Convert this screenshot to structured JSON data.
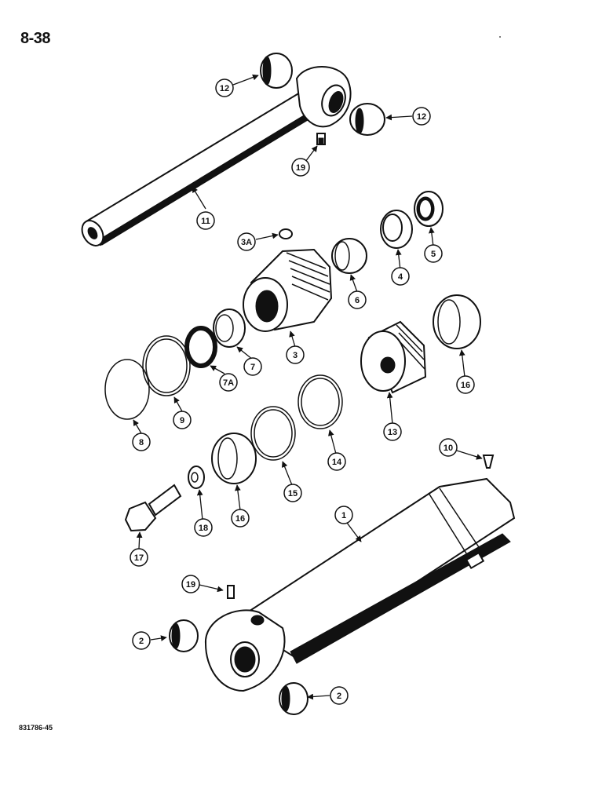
{
  "page_number": "8-38",
  "drawing_code": "831786-45",
  "callouts": [
    "12",
    "12",
    "19",
    "11",
    "3A",
    "4",
    "5",
    "6",
    "3",
    "7",
    "7A",
    "9",
    "8",
    "16",
    "13",
    "14",
    "15",
    "16",
    "18",
    "17",
    "10",
    "1",
    "19",
    "2",
    "2"
  ]
}
